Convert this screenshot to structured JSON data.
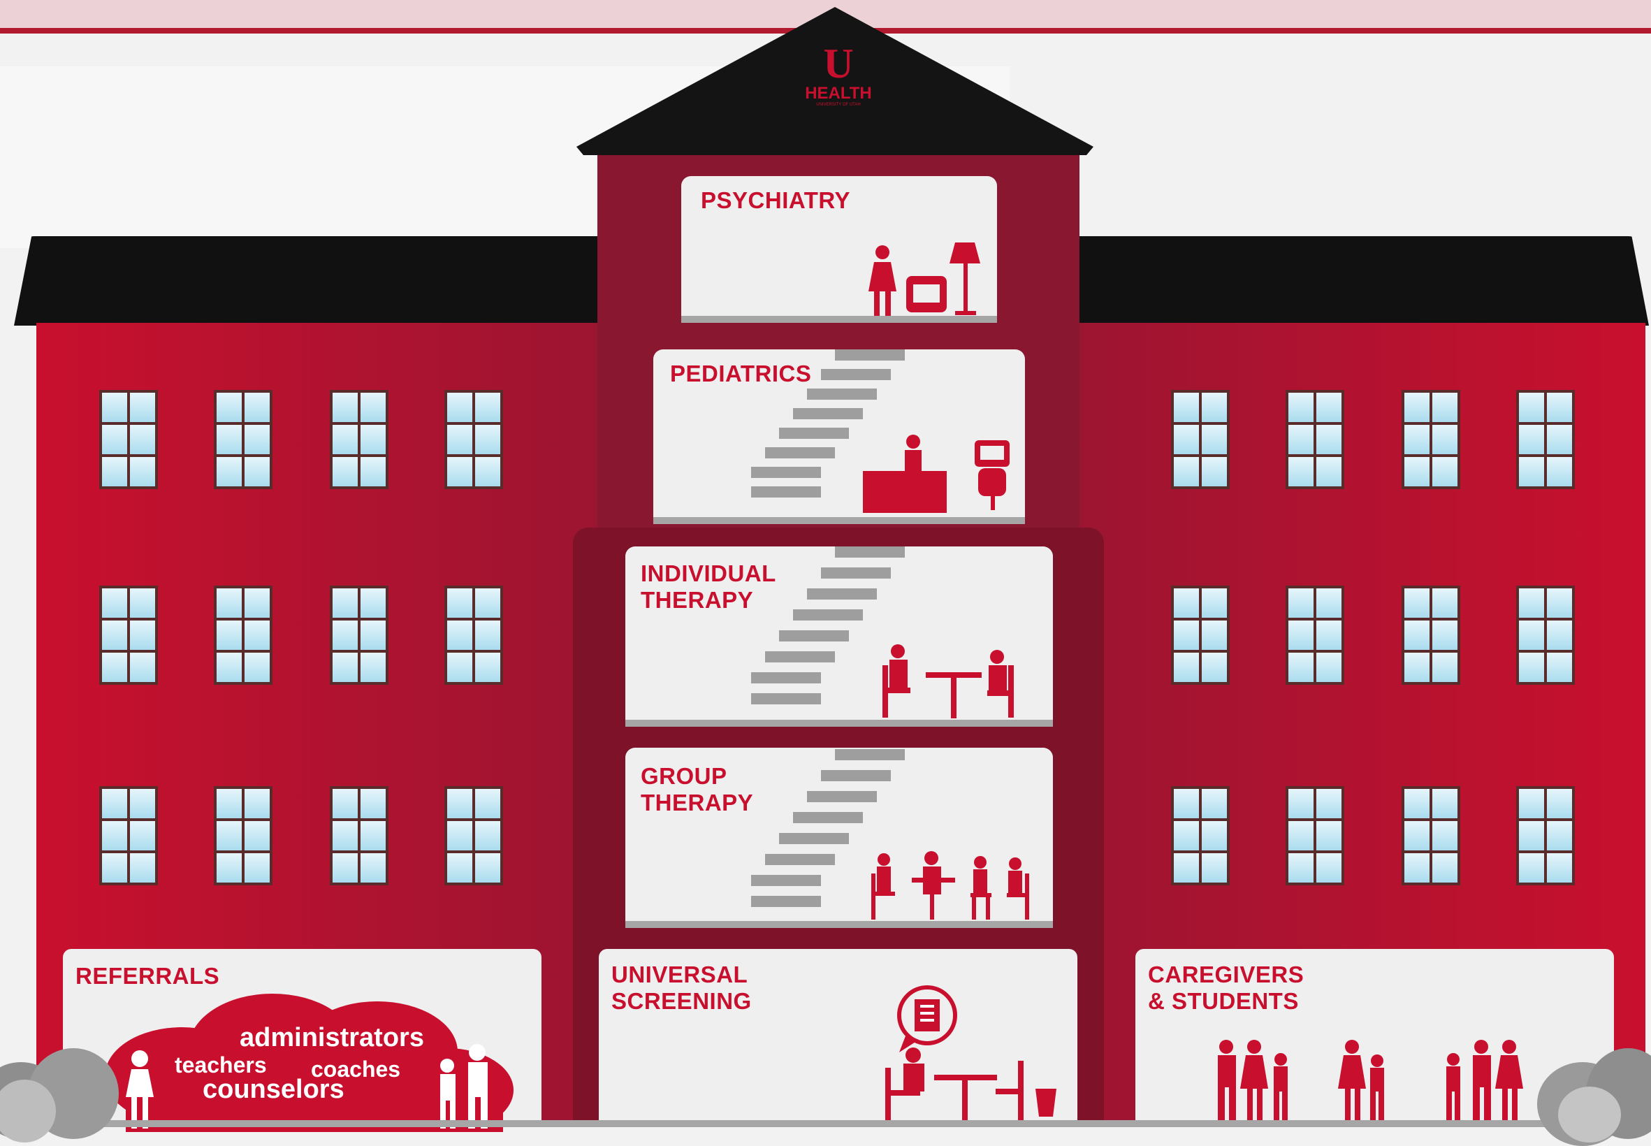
{
  "logo": {
    "letter": "U",
    "name": "HEALTH",
    "sub": "UNIVERSITY OF UTAH"
  },
  "floors": {
    "psychiatry": "PSYCHIATRY",
    "pediatrics": "PEDIATRICS",
    "individual": "INDIVIDUAL\nTHERAPY",
    "group": "GROUP\nTHERAPY"
  },
  "ground": {
    "referrals": "REFERRALS",
    "screening": "UNIVERSAL\nSCREENING",
    "caregivers": "CAREGIVERS\n& STUDENTS"
  },
  "cloud_words": {
    "administrators": "administrators",
    "teachers": "teachers",
    "coaches": "coaches",
    "counselors": "counselors"
  },
  "colors": {
    "brand_red": "#c8102e",
    "dark_red": "#8a1730",
    "roof": "#111111"
  }
}
